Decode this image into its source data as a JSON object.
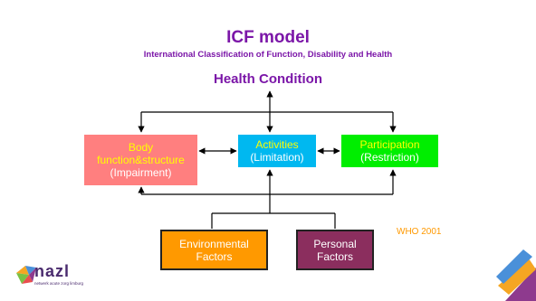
{
  "title": "ICF model",
  "subtitle": "International Classification of Function, Disability and Health",
  "health_condition": "Health Condition",
  "boxes": {
    "body": {
      "line1": "Body",
      "line2": "function&structure",
      "line3": "(Impairment)"
    },
    "activities": {
      "line1": "Activities",
      "line2": "(Limitation)"
    },
    "participation": {
      "line1": "Participation",
      "line2": "(Restriction)"
    },
    "environmental": {
      "line1": "Environmental",
      "line2": "Factors"
    },
    "personal": {
      "line1": "Personal",
      "line2": "Factors"
    }
  },
  "source": "WHO 2001",
  "logo": {
    "name": "nazl",
    "tagline": "netwerk acute zorg limburg"
  },
  "colors": {
    "title": "#7b16a8",
    "body_box": "#ff7f7f",
    "activities_box": "#00b8f0",
    "participation_box": "#00ee00",
    "environmental_box": "#ff9900",
    "personal_box": "#8b2e5e",
    "box_heading": "#ffff00",
    "source_text": "#ff9900"
  }
}
